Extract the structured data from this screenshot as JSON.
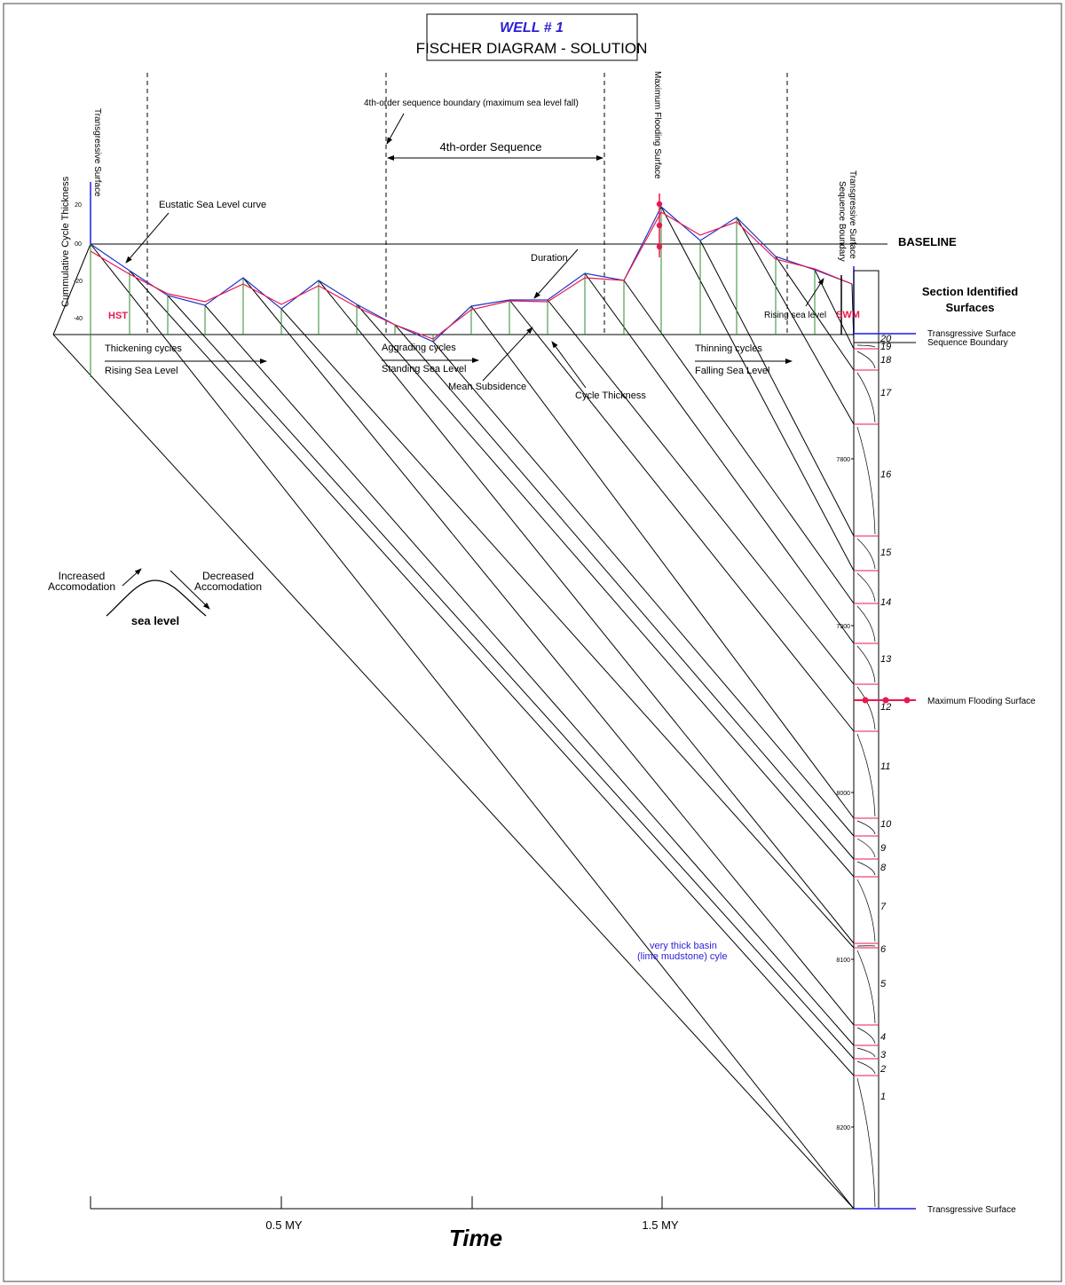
{
  "title": {
    "well": "WELL # 1",
    "subtitle": "FISCHER DIAGRAM - SOLUTION"
  },
  "axes": {
    "y_label": "Cummulative Cycle Thickness",
    "y_ticks": [
      "20",
      "00",
      "-20",
      "-40"
    ],
    "x_label": "Time",
    "x_ticks": [
      "0.5 MY",
      "1.5 MY"
    ],
    "depth_ticks": [
      "7800",
      "7900",
      "8000",
      "8100",
      "8200"
    ]
  },
  "annotations": {
    "baseline": "BASELINE",
    "eustatic_curve": "Eustatic Sea Level curve",
    "sb_4th_order": "4th-order sequence boundary (maximum sea level fall)",
    "sequence_4th_order": "4th-order Sequence",
    "duration": "Duration",
    "mean_subsidence": "Mean Subsidence",
    "cycle_thickness": "Cycle Thickness",
    "rising_sea_level_note": "Rising sea level",
    "hst": "HST",
    "swm": "SWM",
    "transgressive_surface_vertical": "Transgressive Surface",
    "max_flooding_vertical": "Maximum Flooding Surface",
    "ts_vertical_right": "Transgressive Surface",
    "sb_vertical_right": "Sequence Boundary",
    "basin_cycle_1": "very thick basin",
    "basin_cycle_2": "(lime mudstone) cyle"
  },
  "trends": [
    {
      "line1": "Thickening cycles",
      "line2": "Rising Sea Level"
    },
    {
      "line1": "Aggrading cycles",
      "line2": "Standing Sea Level"
    },
    {
      "line1": "Thinning cycles",
      "line2": "Falling Sea Level"
    }
  ],
  "legend": {
    "increased": "Increased",
    "decreased": "Decreased",
    "accomodation": "Accomodation",
    "sea_level": "sea level"
  },
  "section": {
    "title_line1": "Section Identified",
    "title_line2": "Surfaces",
    "ts_top": "Transgressive Surface",
    "sb_top": "Sequence Boundary",
    "mfs": "Maximum Flooding Surface",
    "ts_bottom": "Transgressive Surface",
    "cycle_labels": [
      "1",
      "2",
      "3",
      "4",
      "5",
      "6",
      "7",
      "8",
      "9",
      "10",
      "11",
      "12",
      "13",
      "14",
      "15",
      "16",
      "17",
      "18",
      "19",
      "20"
    ]
  },
  "colors": {
    "frame": "#000000",
    "sea_level_curve": "#e8194b",
    "fischer_curve": "#2233cc",
    "title_accent": "#2b1fd4",
    "cycle_tick": "#2e8b2e",
    "surface_line": "#1a1aee",
    "cycle_boundary": "#e8194b"
  }
}
